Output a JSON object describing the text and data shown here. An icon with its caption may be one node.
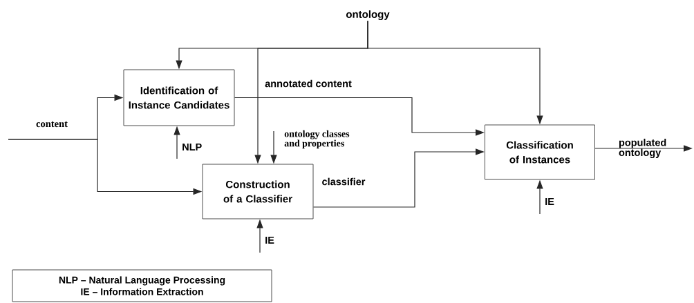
{
  "diagram": {
    "nodes": [
      {
        "text": [
          "ontology"
        ]
      },
      {
        "text": [
          "Identification of Instance Candidates"
        ]
      },
      {
        "text": [
          "Construction of a Classifier"
        ]
      },
      {
        "text": [
          "Classification of Instances"
        ]
      },
      {
        "text": [
          "NLP – Natural Language Processing",
          "IE – Information Extraction"
        ]
      }
    ],
    "edges": [
      {
        "from": 0,
        "to": 1,
        "arrow": "to"
      },
      {
        "from": 0,
        "to": 2,
        "arrow": "to"
      },
      {
        "from": 0,
        "to": 3,
        "arrow": "to"
      },
      {
        "from": null,
        "to": 1,
        "arrow": "to",
        "label": "content"
      },
      {
        "from": null,
        "to": 2,
        "arrow": "to"
      },
      {
        "from": null,
        "to": 1,
        "arrow": "to",
        "label": "NLP"
      },
      {
        "from": null,
        "to": 2,
        "arrow": "to",
        "label": "ontology classes and properties"
      },
      {
        "from": 1,
        "to": 3,
        "arrow": "to",
        "label": "annotated content"
      },
      {
        "from": 2,
        "to": 3,
        "arrow": "to",
        "label": "classifier"
      },
      {
        "from": 3,
        "to": null,
        "arrow": "to",
        "label": "populated ontology"
      },
      {
        "from": null,
        "to": 2,
        "arrow": "to",
        "label": "IE"
      },
      {
        "from": null,
        "to": 3,
        "arrow": "to",
        "label": "IE"
      }
    ]
  }
}
